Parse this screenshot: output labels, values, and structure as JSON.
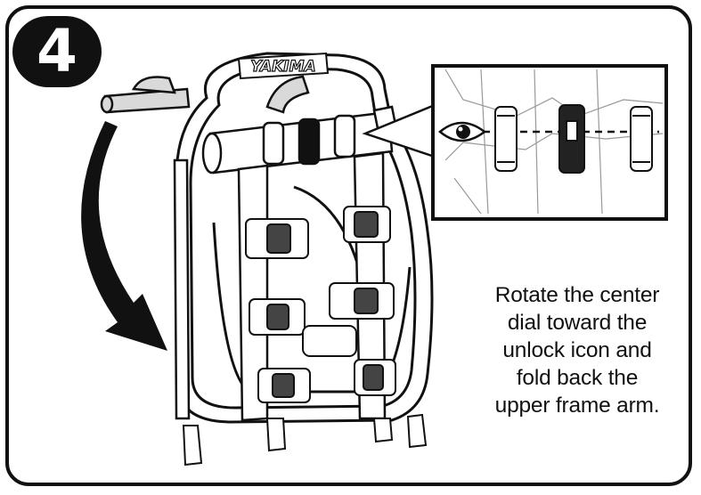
{
  "step": {
    "number": "4"
  },
  "brand": {
    "logo": "YAKIMA"
  },
  "instruction": {
    "lines": [
      "Rotate the center",
      "dial toward the",
      "unlock icon and",
      "fold back the",
      "upper frame arm."
    ]
  },
  "icons": {
    "eye": "eye-icon",
    "arrow": "curved-arrow-icon"
  },
  "colors": {
    "line": "#111111",
    "fill": "#ffffff",
    "shade": "#d9d9d9"
  }
}
